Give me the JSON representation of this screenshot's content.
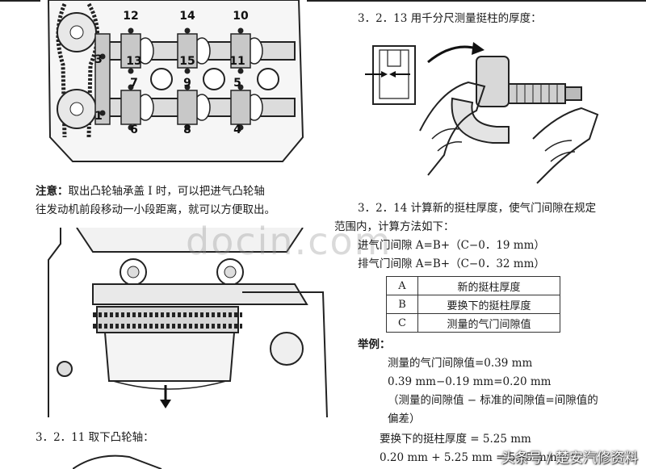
{
  "top_figure": {
    "callouts": [
      "12",
      "14",
      "10",
      "3",
      "13",
      "15",
      "11",
      "7",
      "9",
      "5",
      "1",
      "6",
      "8",
      "4"
    ]
  },
  "note": {
    "label": "注意：",
    "line1": "取出凸轮轴承盖 I 时，可以把进气凸轮轴",
    "line2": "往发动机前段移动一小段距离，就可以方便取出。"
  },
  "watermark": "docin.com",
  "step_3_2_11": "3．2．11  取下凸轮轴：",
  "step_3_2_13": "3．2．13  用千分尺测量挺柱的厚度：",
  "step_3_2_14": {
    "line1": "3．2．14  计算新的挺柱厚度，使气门间隙在规定",
    "line2": "范围内，计算方法如下："
  },
  "formulas": {
    "intake": "进气门间隙 A=B+（C−0．19 mm）",
    "exhaust": "排气门间隙 A=B+（C−0．32 mm）"
  },
  "legend_table": [
    {
      "key": "A",
      "value": "新的挺柱厚度"
    },
    {
      "key": "B",
      "value": "要换下的挺柱厚度"
    },
    {
      "key": "C",
      "value": "测量的气门间隙值"
    }
  ],
  "example": {
    "label": "举例：",
    "line1": "测量的气门间隙值=0.39 mm",
    "line2": "0.39 mm−0.19 mm=0.20 mm",
    "line3": "（测量的间隙值 − 标准的间隙值=间隙值的",
    "line4": "偏差）",
    "line5": "要换下的挺柱厚度 = 5.25 mm",
    "line6": "0.20 mm + 5.25 mm = 5.45 mm"
  },
  "credit": "头条号 / 楚安汽修资料"
}
